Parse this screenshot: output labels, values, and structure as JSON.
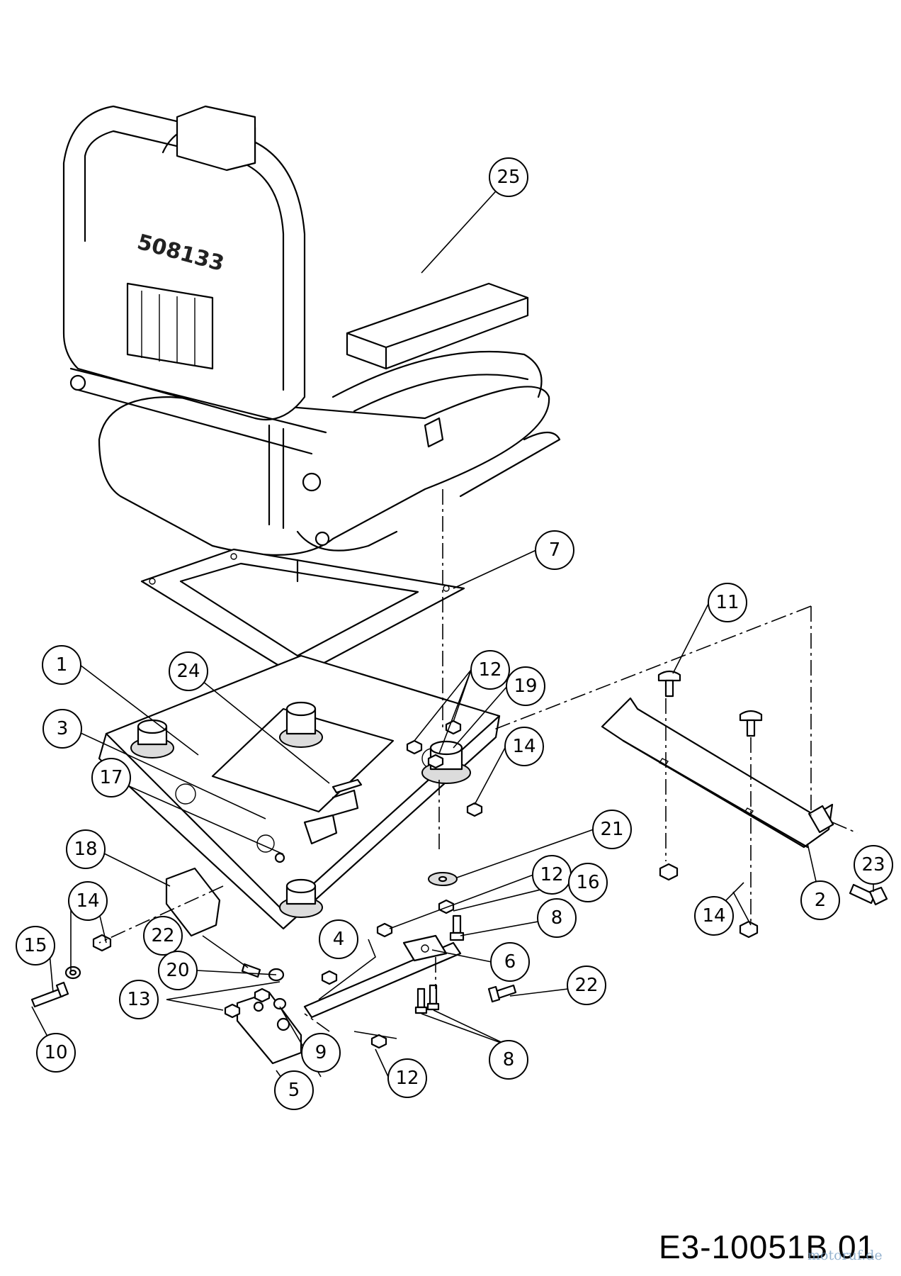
{
  "diagram": {
    "code": "E3-10051B 01",
    "seat_mark": "508133",
    "watermark": "motoruf.de",
    "callouts": [
      "25",
      "7",
      "11",
      "12",
      "19",
      "1",
      "24",
      "3",
      "17",
      "14",
      "23",
      "21",
      "18",
      "12",
      "16",
      "14",
      "8",
      "14",
      "2",
      "22",
      "15",
      "6",
      "20",
      "4",
      "13",
      "22",
      "9",
      "10",
      "12",
      "5",
      "8"
    ]
  }
}
